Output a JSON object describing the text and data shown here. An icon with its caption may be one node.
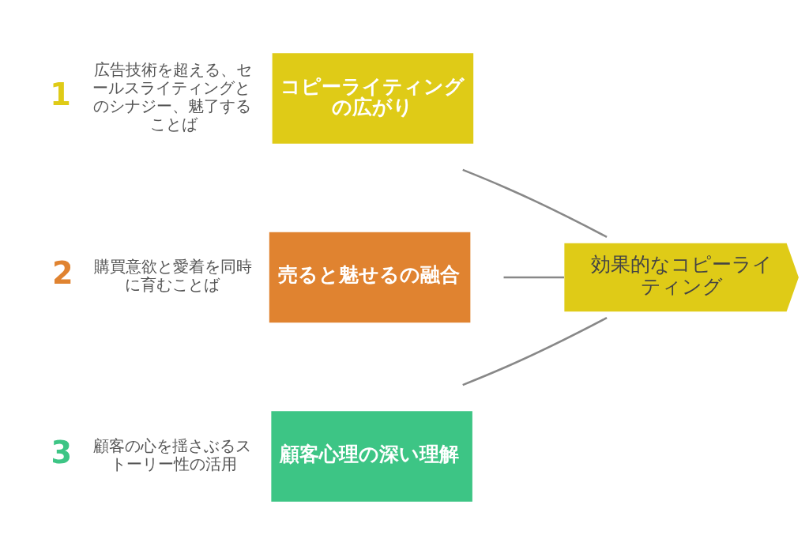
{
  "diagram": {
    "nodes": [
      {
        "text": [
          "コピーライティングの広がり"
        ],
        "beside": [
          "1",
          "広告技術を超える、セールスライティングとのシナジー、魅了することば"
        ]
      },
      {
        "text": [
          "売ると魅せるの融合"
        ],
        "beside": [
          "2",
          "購買意欲と愛着を同時に育むことば"
        ]
      },
      {
        "text": [
          "顧客心理の深い理解"
        ],
        "beside": [
          "3",
          "顧客の心を揺さぶるストーリー性の活用"
        ]
      },
      {
        "text": [
          "効果的なコピーライティング"
        ]
      }
    ],
    "edges": [
      {
        "from": 0,
        "to": 3,
        "arrow": "none"
      },
      {
        "from": 1,
        "to": 3,
        "arrow": "none"
      },
      {
        "from": 2,
        "to": 3,
        "arrow": "none"
      }
    ]
  }
}
